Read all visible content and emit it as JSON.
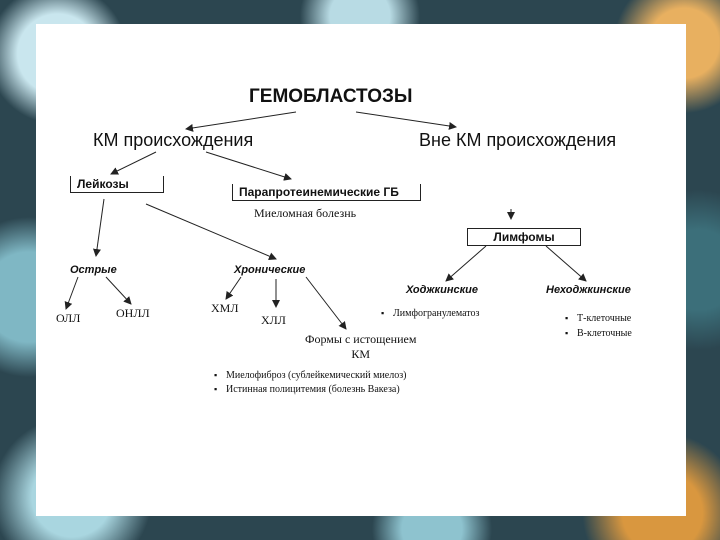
{
  "title": "ГЕМОБЛАСТОЗЫ",
  "origin_km": "КМ происхождения",
  "origin_non_km": "Вне КМ происхождения",
  "leukoses": "Лейкозы",
  "paraprotein": "Парапротеинемические ГБ",
  "myeloma": "Миеломная болезнь",
  "lymphomas": "Лимфомы",
  "acute": "Острые",
  "chronic": "Хронические",
  "oll": "ОЛЛ",
  "onll": "ОНЛЛ",
  "hml": "ХМЛ",
  "hll": "ХЛЛ",
  "hodgkin": "Ходжкинские",
  "non_hodgkin": "Неходжкинские",
  "lymphogranulomatosis": "Лимфогранулематоз",
  "t_cell": "Т-клеточные",
  "b_cell": "В-клеточные",
  "depletion_line1": "Формы с истощением",
  "depletion_line2": "КМ",
  "myelofibrosis": "Миелофиброз (сублейкемический миелоз)",
  "polycythemia": "Истинная полицитемия (болезнь Вакеза)",
  "colors": {
    "line": "#222222",
    "slide_bg": "#ffffff"
  }
}
